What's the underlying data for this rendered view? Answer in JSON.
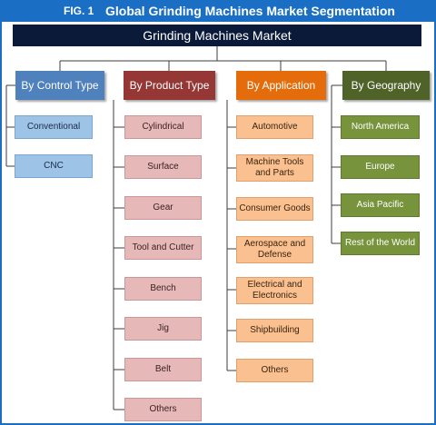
{
  "header": {
    "fig_label": "FIG. 1",
    "title": "Global Grinding Machines Market Segmentation"
  },
  "root": {
    "label": "Grinding Machines Market"
  },
  "categories": [
    {
      "label": "By Control Type",
      "color": "#4f81bd",
      "items": [
        "Conventional",
        "CNC"
      ]
    },
    {
      "label": "By Product Type",
      "color": "#953735",
      "items": [
        "Cylindrical",
        "Surface",
        "Gear",
        "Tool and Cutter",
        "Bench",
        "Jig",
        "Belt",
        "Others"
      ]
    },
    {
      "label": "By Application",
      "color": "#e46c0a",
      "items": [
        "Automotive",
        "Machine Tools and Parts",
        "Consumer Goods",
        "Aerospace and Defense",
        "Electrical and Electronics",
        "Shipbuilding",
        "Others"
      ]
    },
    {
      "label": "By Geography",
      "color": "#4f6228",
      "items": [
        "North America",
        "Europe",
        "Asia Pacific",
        "Rest of the World"
      ]
    }
  ]
}
